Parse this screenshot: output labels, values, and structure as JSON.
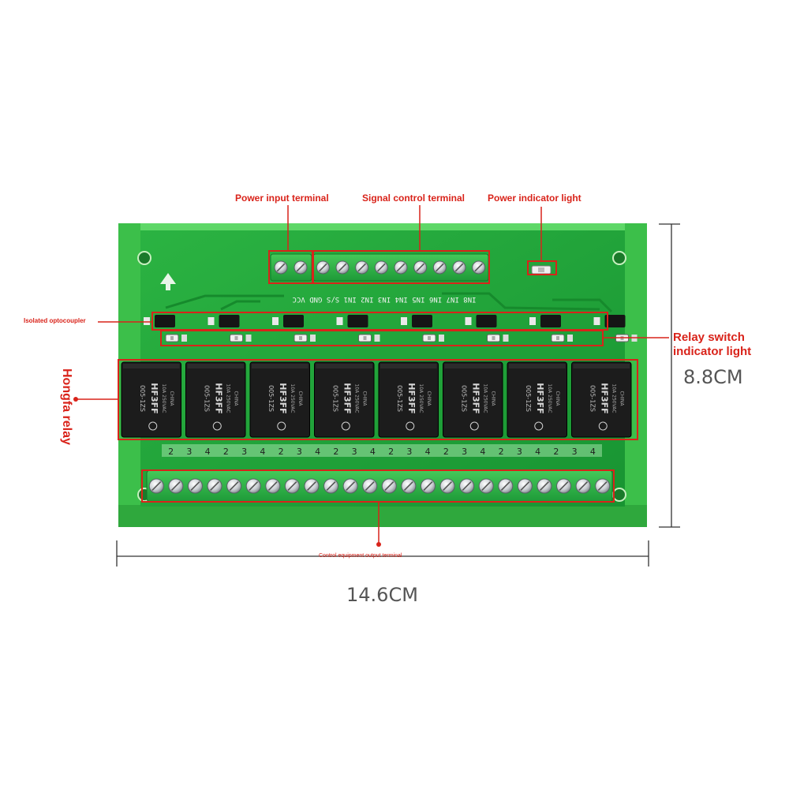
{
  "callouts": {
    "power_input_terminal": "Power input terminal",
    "signal_control_terminal": "Signal control terminal",
    "power_indicator_light": "Power indicator light",
    "isolated_optocoupler": "Isolated optocoupler",
    "relay_switch_indicator_light_line1": "Relay switch",
    "relay_switch_indicator_light_line2": "indicator light",
    "hongfa_relay": "Hongfa relay",
    "control_equipment_output_terminal": "Control equipment output terminal"
  },
  "dimensions": {
    "height": "8.8CM",
    "width": "14.6CM"
  },
  "board": {
    "silkscreen_inputs": "IN8 IN7 IN6 IN5 IN4 IN3 IN2 IN1 S/S GND VCC",
    "relay_count": 8,
    "relay_model_text": "HF3FF",
    "relay_marking_1": "005-1ZS",
    "relay_marking_2": "10A 250VAC",
    "relay_origin": "CHINA",
    "terminal_numbers": [
      "2",
      "3",
      "4"
    ],
    "output_screw_count": 24,
    "signal_screw_count": 9,
    "power_screw_count": 2
  },
  "colors": {
    "annotation_red": "#d9231a",
    "pcb_green": "#1fa53a",
    "rail_green": "#39c24a",
    "terminal_green": "#2bb64b",
    "relay_black": "#1c1c1c",
    "dimension_gray": "#555555"
  }
}
